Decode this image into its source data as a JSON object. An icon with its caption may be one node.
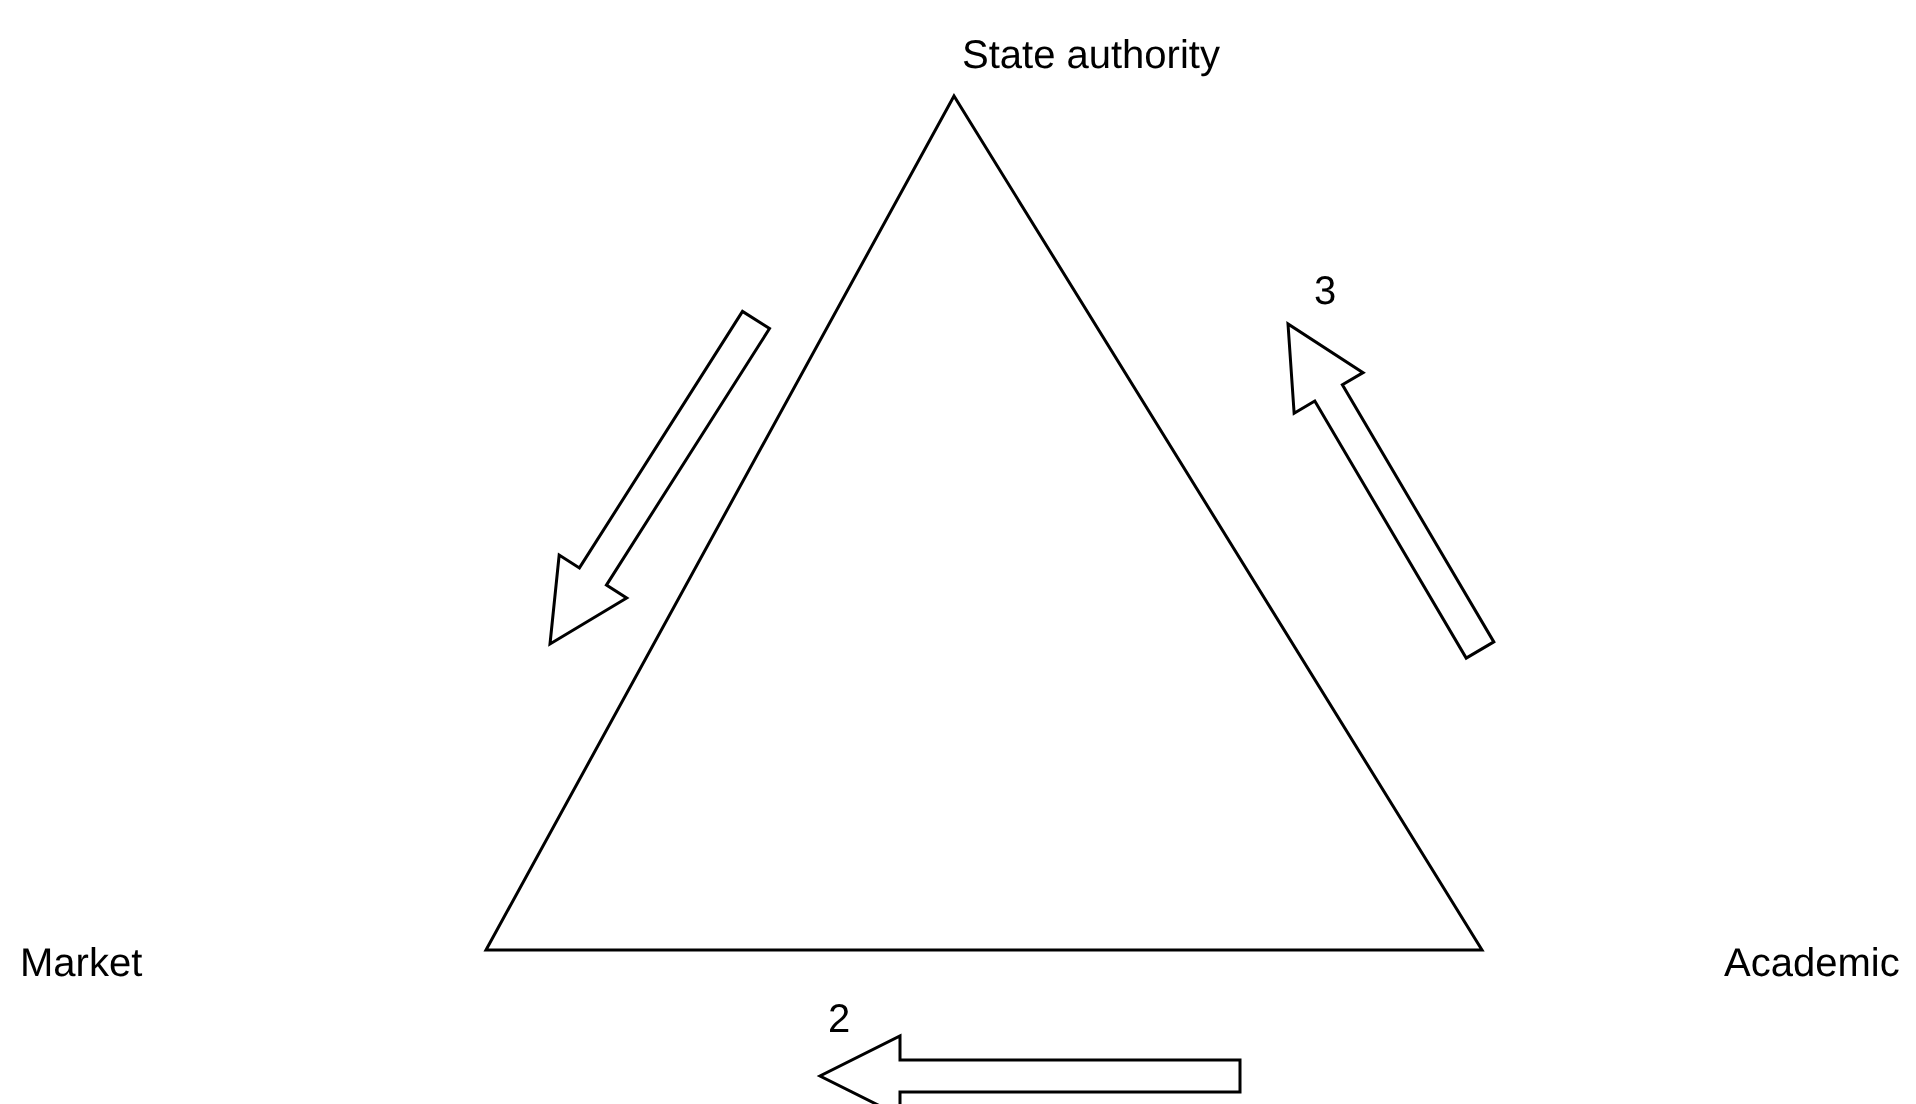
{
  "diagram": {
    "labels": [
      "State authority",
      "3",
      "Market",
      "Academic",
      "2"
    ]
  }
}
